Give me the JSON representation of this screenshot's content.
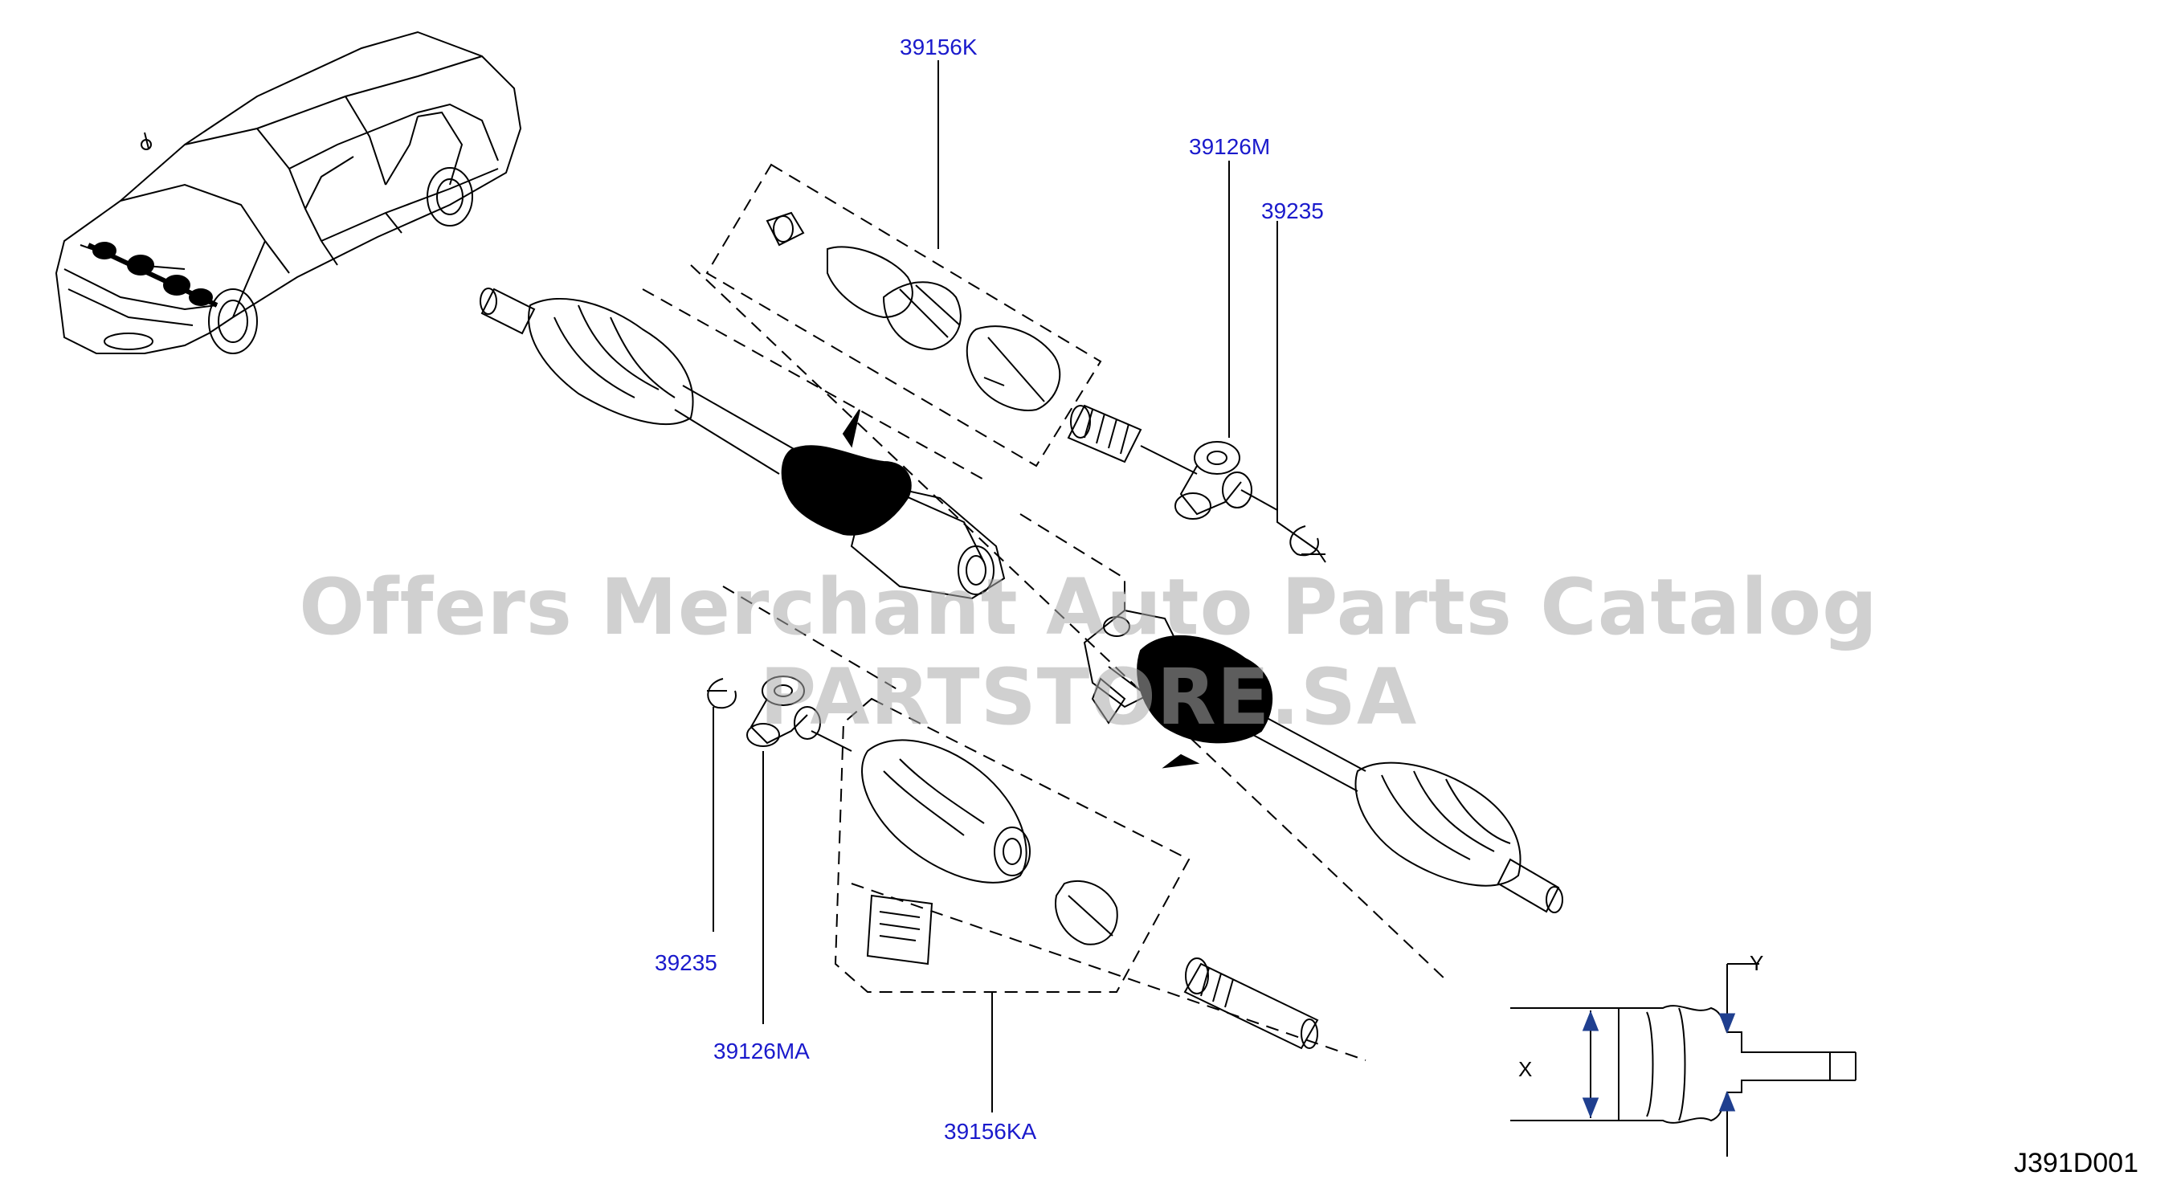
{
  "diagram": {
    "callouts": [
      {
        "id": "c1",
        "text": "39156K"
      },
      {
        "id": "c2",
        "text": "39126M"
      },
      {
        "id": "c3",
        "text": "39235"
      },
      {
        "id": "c4",
        "text": "39235"
      },
      {
        "id": "c5",
        "text": "39126MA"
      },
      {
        "id": "c6",
        "text": "39156KA"
      }
    ],
    "dimension_labels": {
      "x": "X",
      "y": "Y"
    },
    "diagram_code": "J391D001",
    "watermark": "Offers Merchant Auto Parts Catalog PARTSTORE.SA"
  },
  "colors": {
    "callout": "#1a1acc",
    "line": "#000000",
    "watermark": "#aaaaaa",
    "arrow": "#1f3f8f"
  }
}
